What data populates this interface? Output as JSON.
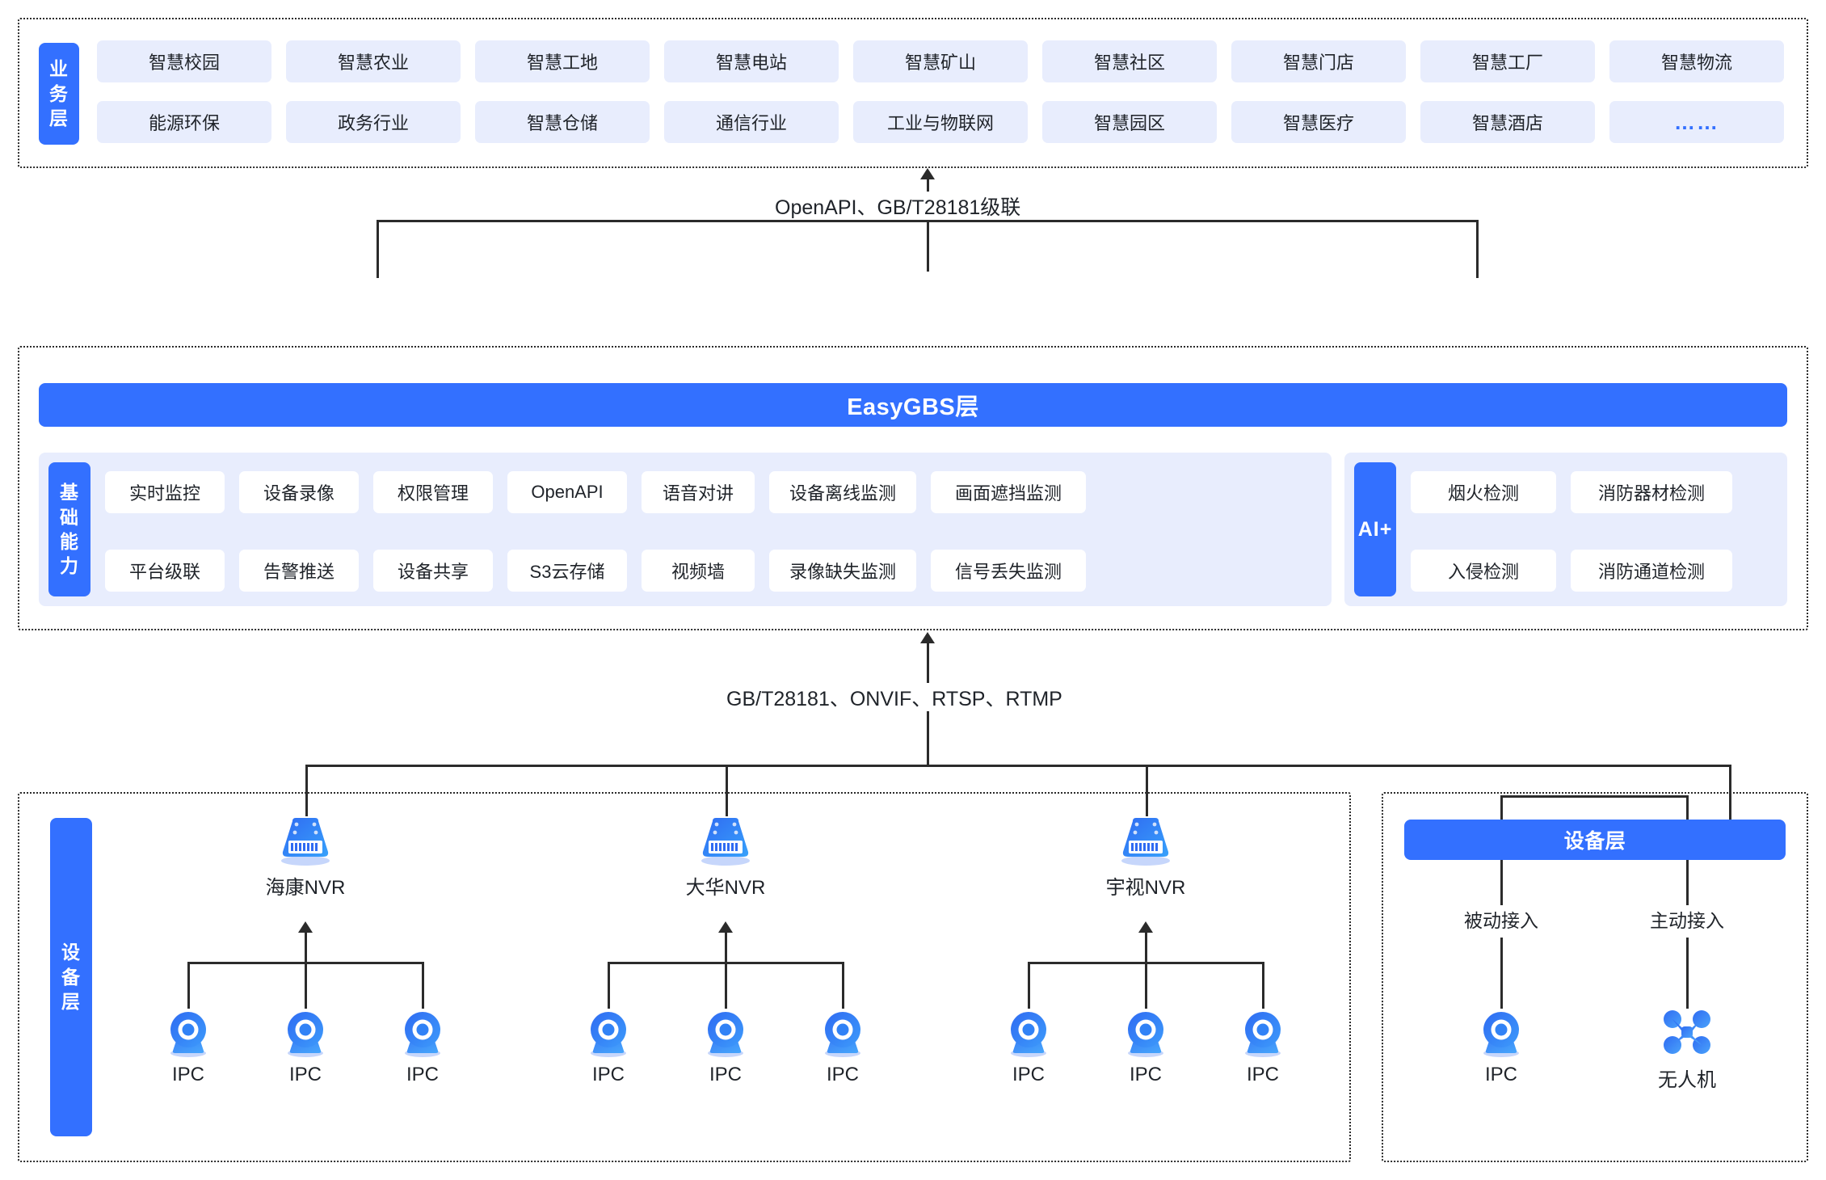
{
  "business_layer": {
    "side_label": "业务层",
    "row1": [
      "智慧校园",
      "智慧农业",
      "智慧工地",
      "智慧电站",
      "智慧矿山",
      "智慧社区",
      "智慧门店",
      "智慧工厂",
      "智慧物流"
    ],
    "row2": [
      "能源环保",
      "政务行业",
      "智慧仓储",
      "通信行业",
      "工业与物联网",
      "智慧园区",
      "智慧医疗",
      "智慧酒店",
      "……"
    ]
  },
  "connector_top": {
    "label": "OpenAPI、GB/T28181级联"
  },
  "platform_layer": {
    "banner": "EasyGBS层",
    "side_label": "基础能力",
    "row1": [
      "实时监控",
      "设备录像",
      "权限管理",
      "OpenAPI",
      "语音对讲",
      "设备离线监测",
      "画面遮挡监测"
    ],
    "row2": [
      "平台级联",
      "告警推送",
      "设备共享",
      "S3云存储",
      "视频墙",
      "录像缺失监测",
      "信号丢失监测"
    ],
    "ai": {
      "side_label": "AI+",
      "row1": [
        "烟火检测",
        "消防器材检测"
      ],
      "row2": [
        "入侵检测",
        "消防通道检测"
      ]
    }
  },
  "connector_bottom": {
    "label": "GB/T28181、ONVIF、RTSP、RTMP"
  },
  "device_layer_left": {
    "side_label": "设备层",
    "groups": [
      {
        "nvr_label": "海康NVR",
        "icon": "nvr-icon",
        "cameras": [
          "IPC",
          "IPC",
          "IPC"
        ]
      },
      {
        "nvr_label": "大华NVR",
        "icon": "nvr-icon",
        "cameras": [
          "IPC",
          "IPC",
          "IPC"
        ]
      },
      {
        "nvr_label": "宇视NVR",
        "icon": "nvr-icon",
        "cameras": [
          "IPC",
          "IPC",
          "IPC"
        ]
      }
    ]
  },
  "device_layer_right": {
    "banner": "设备层",
    "branches": [
      {
        "label": "被动接入",
        "device": "IPC",
        "icon": "camera-icon"
      },
      {
        "label": "主动接入",
        "device": "无人机",
        "icon": "drone-icon"
      }
    ]
  },
  "colors": {
    "accent": "#3370ff",
    "chip_bg": "#e8edfd",
    "panel_bg": "#e8edfd",
    "line": "#2b2b2b",
    "text": "#1f2329"
  }
}
